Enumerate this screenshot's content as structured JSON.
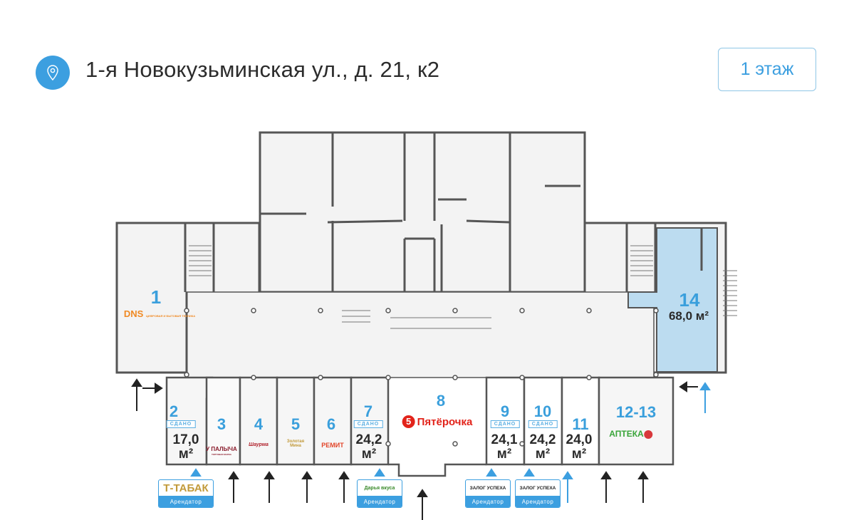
{
  "header": {
    "address": "1-я Новокузьминская ул., д. 21, к2",
    "icon": "map-pin-icon",
    "floor_button": "1 этаж"
  },
  "colors": {
    "accent": "#3c9fe0",
    "highlight_unit": "#bcdcf0",
    "wall": "#555555",
    "room": "#f3f3f3"
  },
  "units": [
    {
      "number": "1",
      "logo": "DNS",
      "logo_sub": "ЦИФРОВАЯ И БЫТОВАЯ ТЕХНИКА"
    },
    {
      "number": "2",
      "status": "СДАНО",
      "area": "17,0",
      "unit": "м²"
    },
    {
      "number": "3",
      "logo": "У ПАЛЫЧА",
      "logo_sub": "ТОРГОВАЯ МАРКА"
    },
    {
      "number": "4",
      "logo": "Шаурма"
    },
    {
      "number": "5",
      "logo": "Золотая Мина"
    },
    {
      "number": "6",
      "logo": "РЕМИТ"
    },
    {
      "number": "7",
      "status": "СДАНО",
      "area": "24,2",
      "unit": "м²"
    },
    {
      "number": "8",
      "logo": "Пятёрочка",
      "logo_mark": "5"
    },
    {
      "number": "9",
      "status": "СДАНО",
      "area": "24,1",
      "unit": "м²"
    },
    {
      "number": "10",
      "status": "СДАНО",
      "area": "24,2",
      "unit": "м²"
    },
    {
      "number": "11",
      "area": "24,0",
      "unit": "м²"
    },
    {
      "number": "12-13",
      "logo": "АПТЕКА"
    },
    {
      "number": "14",
      "area": "68,0 м²"
    }
  ],
  "tenant_badges": [
    {
      "logo": "Т-ТАБАК",
      "label": "Арендатор"
    },
    {
      "logo": "Дарья вкуса",
      "label": "Арендатор"
    },
    {
      "logo": "ЗАЛОГ УСПЕХА",
      "label": "Арендатор"
    },
    {
      "logo": "ЗАЛОГ УСПЕХА",
      "label": "Арендатор"
    }
  ]
}
